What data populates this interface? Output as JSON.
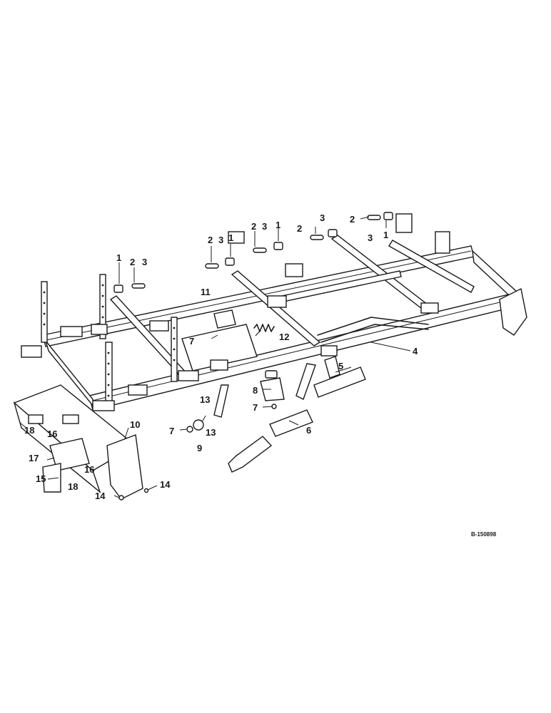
{
  "diagram": {
    "drawing_code": "B-150898",
    "callouts": {
      "c1": "1",
      "c2": "1",
      "c3": "1",
      "c4": "1",
      "c5": "2",
      "c6": "2",
      "c7": "2",
      "c8": "2",
      "c9": "2",
      "c10": "3",
      "c11": "3",
      "c12": "3",
      "c13": "3",
      "c14": "3",
      "c15": "4",
      "c16": "5",
      "c17": "6",
      "c18": "7",
      "c19": "7",
      "c20": "7",
      "c21": "8",
      "c22": "9",
      "c23": "10",
      "c24": "11",
      "c25": "12",
      "c26": "13",
      "c27": "13",
      "c28": "14",
      "c29": "14",
      "c30": "15",
      "c31": "16",
      "c32": "16",
      "c33": "17",
      "c34": "18",
      "c35": "18"
    }
  }
}
